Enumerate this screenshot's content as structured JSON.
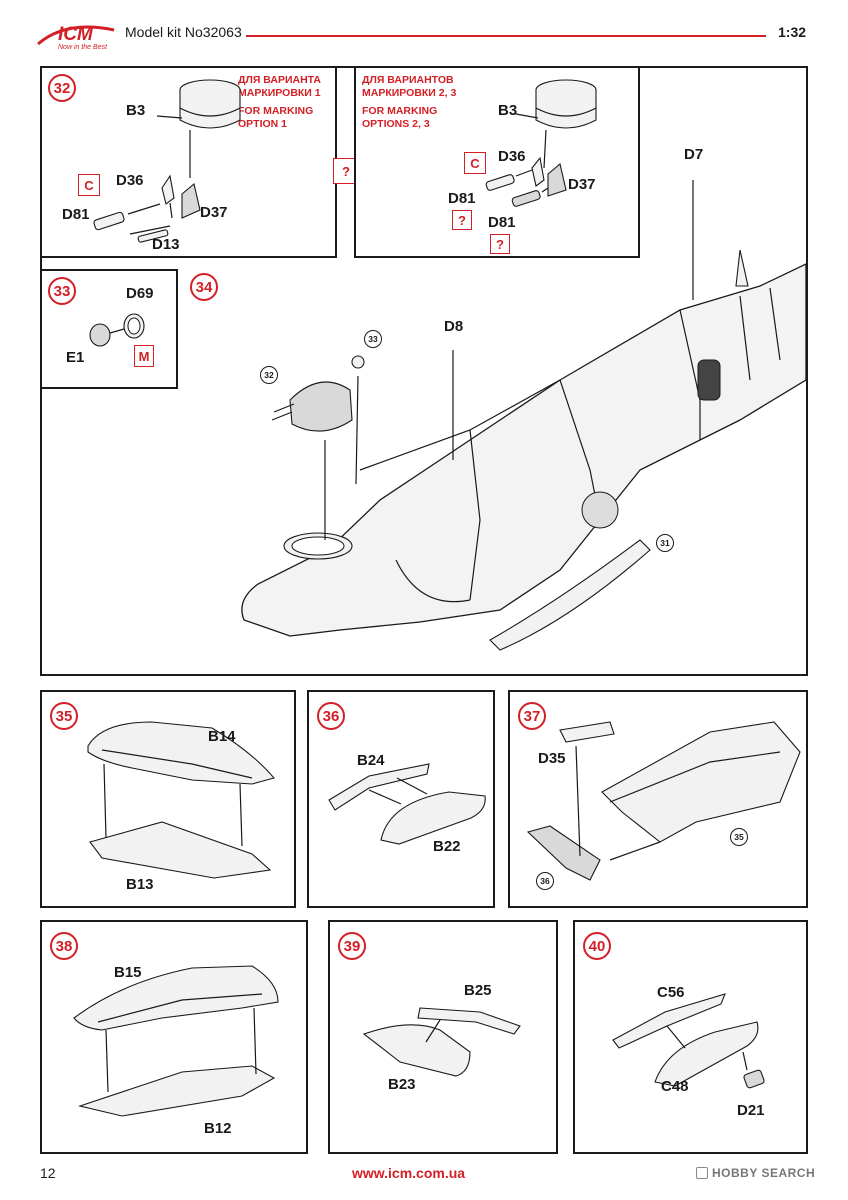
{
  "header": {
    "brand_logo": "ICM",
    "brand_tagline": "Now in the Best",
    "kit_title": "Model kit No32063",
    "scale": "1:32"
  },
  "footer": {
    "page_number": "12",
    "website": "www.icm.com.ua",
    "watermark": "HOBBY SEARCH"
  },
  "steps": {
    "s32": {
      "number": "32",
      "variant_a_ru_1": "ДЛЯ ВАРИАНТА",
      "variant_a_ru_2": "МАРКИРОВКИ 1",
      "variant_a_en_1": "FOR MARKING",
      "variant_a_en_2": "OPTION 1",
      "variant_b_ru_1": "ДЛЯ ВАРИАНТОВ",
      "variant_b_ru_2": "МАРКИРОВКИ 2, 3",
      "variant_b_en_1": "FOR MARKING",
      "variant_b_en_2": "OPTIONS 2, 3",
      "labels_a": [
        "B3",
        "D36",
        "D81",
        "D37",
        "D13"
      ],
      "labels_b": [
        "B3",
        "D36",
        "D81",
        "D37",
        "D81"
      ],
      "code_c": "C",
      "code_q": "?"
    },
    "s33": {
      "number": "33",
      "labels": [
        "D69",
        "E1"
      ],
      "code_m": "M"
    },
    "s34": {
      "number": "34",
      "labels": [
        "D8",
        "D7"
      ],
      "refs": [
        "32",
        "33",
        "31"
      ]
    },
    "s35": {
      "number": "35",
      "labels": [
        "B14",
        "B13"
      ]
    },
    "s36": {
      "number": "36",
      "labels": [
        "B24",
        "B22"
      ]
    },
    "s37": {
      "number": "37",
      "labels": [
        "D35"
      ],
      "refs": [
        "35",
        "36"
      ]
    },
    "s38": {
      "number": "38",
      "labels": [
        "B15",
        "B12"
      ]
    },
    "s39": {
      "number": "39",
      "labels": [
        "B25",
        "B23"
      ]
    },
    "s40": {
      "number": "40",
      "labels": [
        "C56",
        "C48",
        "D21"
      ]
    }
  }
}
